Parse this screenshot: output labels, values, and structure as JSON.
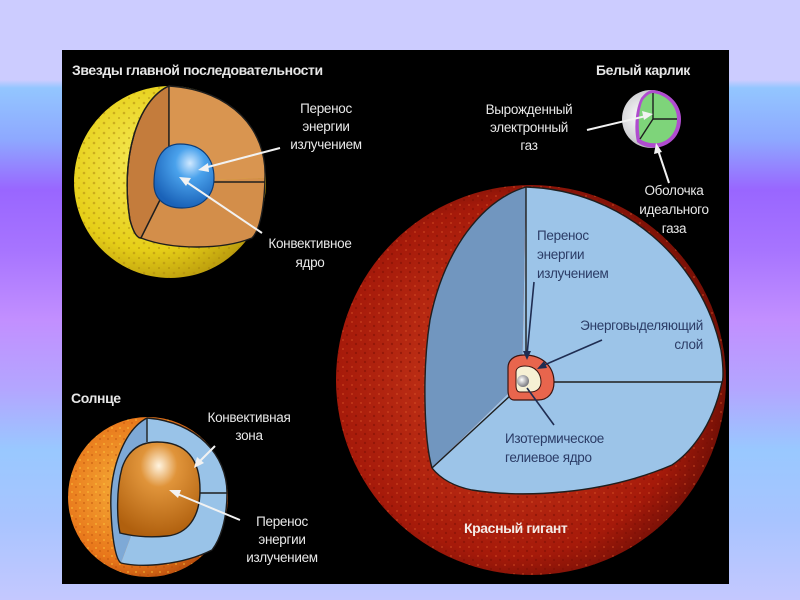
{
  "title": "Строение звёзд",
  "colors": {
    "panel_background": "#000000",
    "label_light": "#e8e8e8",
    "label_dark": "#2b3c66",
    "main_sequence_surface": "#e8d21e",
    "main_sequence_radiative": "#d98f4a",
    "main_sequence_core": "#2f86d8",
    "sun_surface": "#e8761a",
    "sun_convective": "#93bfe6",
    "sun_core": "#c8731e",
    "white_dwarf_surface": "#d8d8dc",
    "white_dwarf_core": "#7ed47a",
    "white_dwarf_shell": "#b04ccf",
    "red_giant_surface": "#a61a0a",
    "red_giant_interior": "#9cc4e8",
    "red_giant_inner_face": "#7196bf",
    "red_giant_shell": "#e8654d",
    "red_giant_core": "#f6f0d4"
  },
  "main_sequence": {
    "title": "Звезды главной последовательности",
    "radiative_label": [
      "Перенос",
      "энергии",
      "излучением"
    ],
    "core_label": [
      "Конвективное",
      "ядро"
    ]
  },
  "white_dwarf": {
    "title": "Белый карлик",
    "core_label": [
      "Вырожденный",
      "электронный",
      "газ"
    ],
    "shell_label": [
      "Оболочка",
      "идеального",
      "газа"
    ]
  },
  "red_giant": {
    "title": "Красный гигант",
    "radiative_label": [
      "Перенос",
      "энергии",
      "излучением"
    ],
    "shell_label": [
      "Энерговыделяющий",
      "слой"
    ],
    "core_label": [
      "Изотермическое",
      "гелиевое ядро"
    ]
  },
  "sun": {
    "title": "Солнце",
    "convective_label": [
      "Конвективная",
      "зона"
    ],
    "radiative_label": [
      "Перенос",
      "энергии",
      "излучением"
    ]
  }
}
